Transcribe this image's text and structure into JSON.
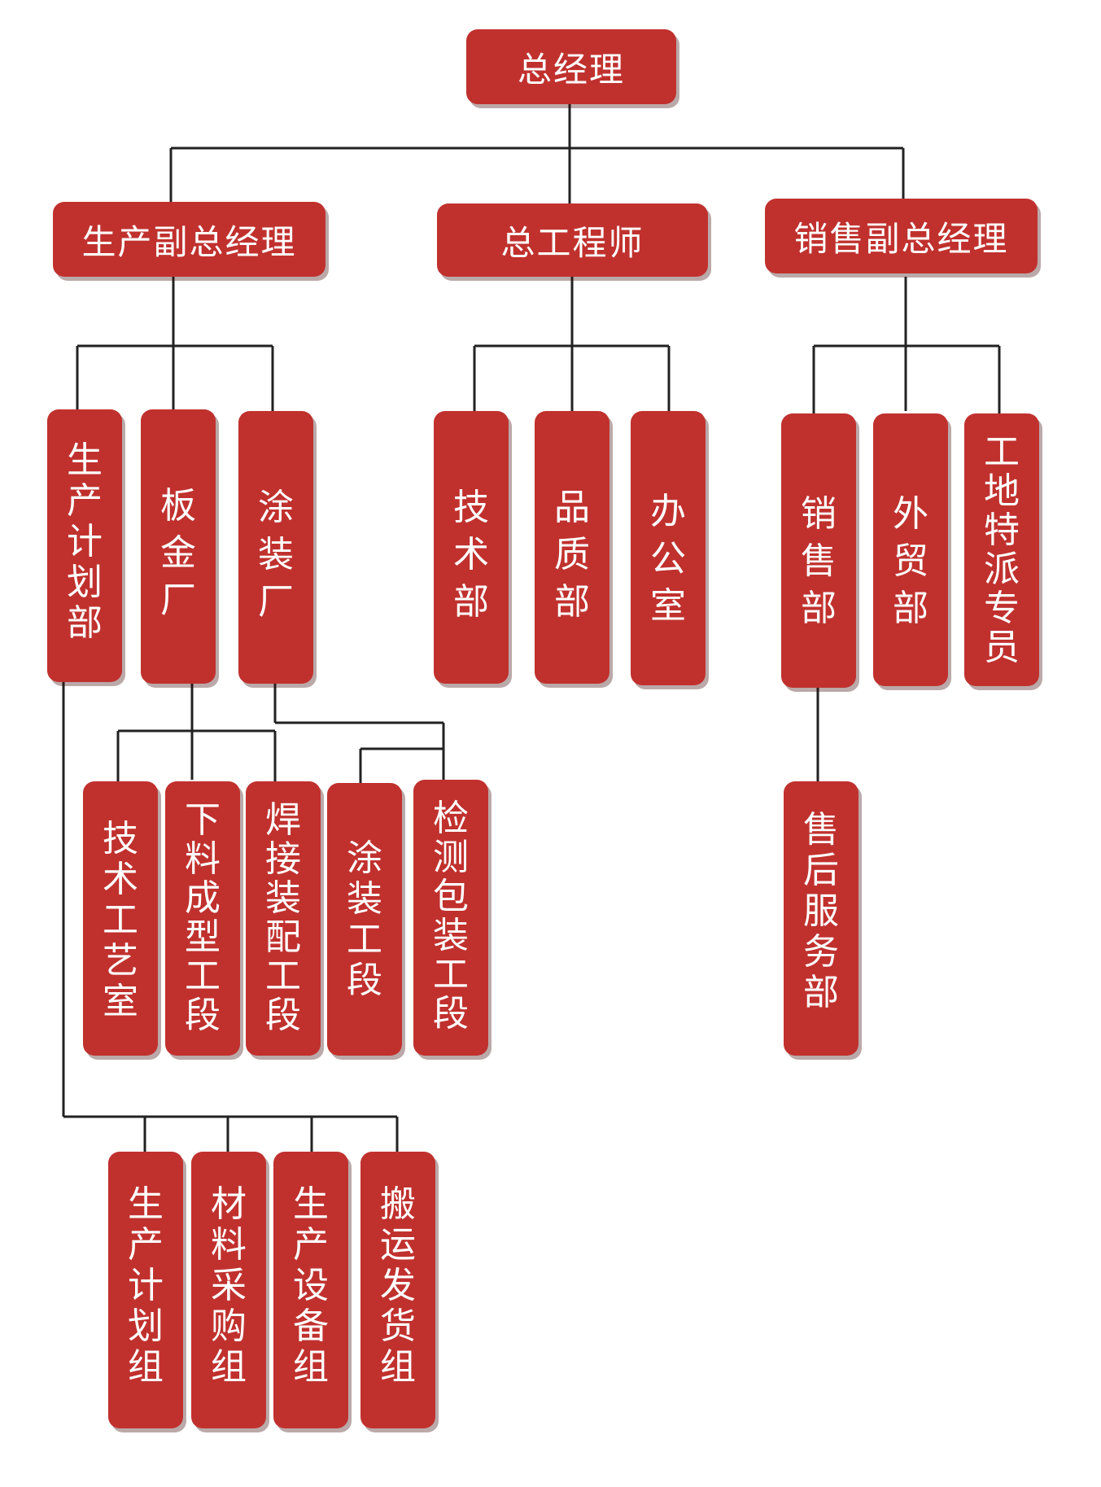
{
  "colors": {
    "box": "#c0312e",
    "text": "#ffffff",
    "line": "#222222"
  },
  "nodes": {
    "gm": "总经理",
    "vp_production": "生产副总经理",
    "chief_engineer": "总工程师",
    "vp_sales": "销售副总经理",
    "production_planning_dept": "生产计划部",
    "sheet_metal_plant": "板金厂",
    "coating_plant": "涂装厂",
    "technology_dept": "技术部",
    "quality_dept": "品质部",
    "office": "办公室",
    "sales_dept": "销售部",
    "foreign_trade_dept": "外贸部",
    "site_commissioner": "工地特派专员",
    "tech_process_room": "技术工艺室",
    "cutting_forming_section": "下料成型工段",
    "welding_assembly_section": "焊接装配工段",
    "coating_section": "涂装工段",
    "inspection_packing_section": "检测包装工段",
    "after_sales_dept": "售后服务部",
    "production_planning_group": "生产计划组",
    "material_purchasing_group": "材料采购组",
    "production_equipment_group": "生产设备组",
    "handling_shipping_group": "搬运发货组"
  }
}
